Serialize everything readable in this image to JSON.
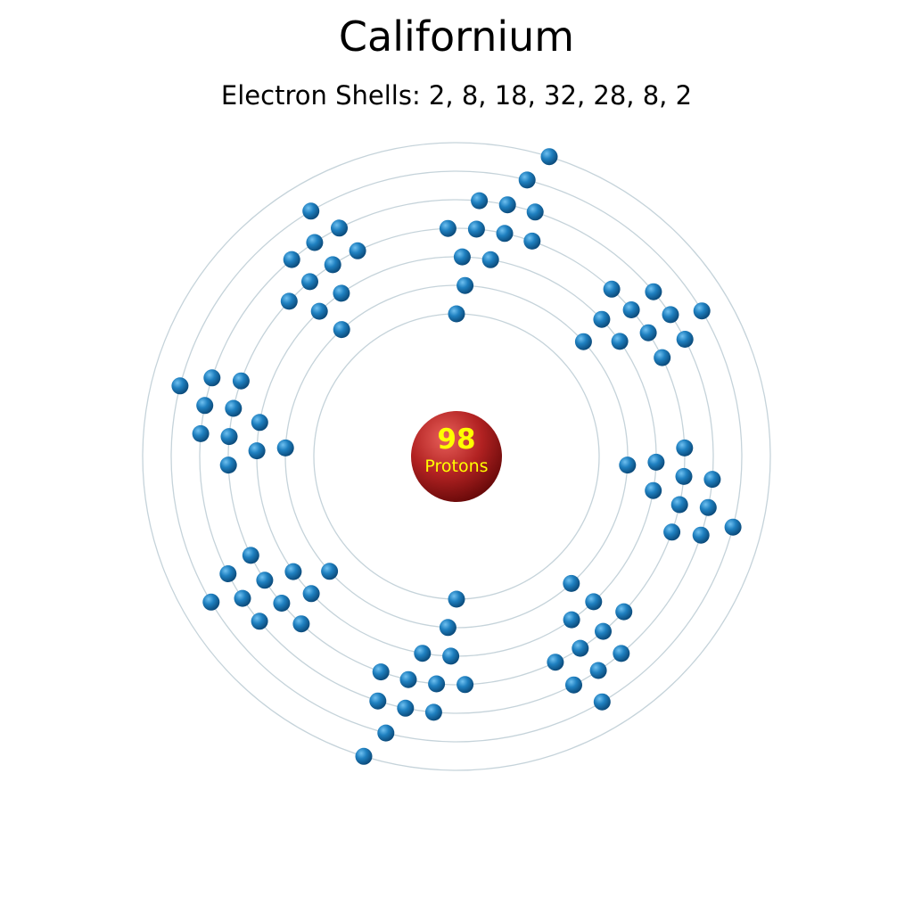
{
  "element": {
    "name": "Californium",
    "shells_text": "Electron Shells: 2, 8, 18, 32, 28, 8, 2"
  },
  "nucleus": {
    "proton_count": "98",
    "label": "Protons"
  },
  "shells": [
    2,
    8,
    18,
    32,
    28,
    8,
    2
  ],
  "colors": {
    "orbit": "#c5d3da",
    "electron": "#1f80c0",
    "electron_highlight": "#6fc0f0",
    "electron_shadow": "#0b4a7a",
    "nucleus": "#b22222",
    "nucleus_highlight": "#e8605a",
    "nucleus_shadow": "#6a0a0a",
    "nucleus_text": "#ffff00"
  }
}
